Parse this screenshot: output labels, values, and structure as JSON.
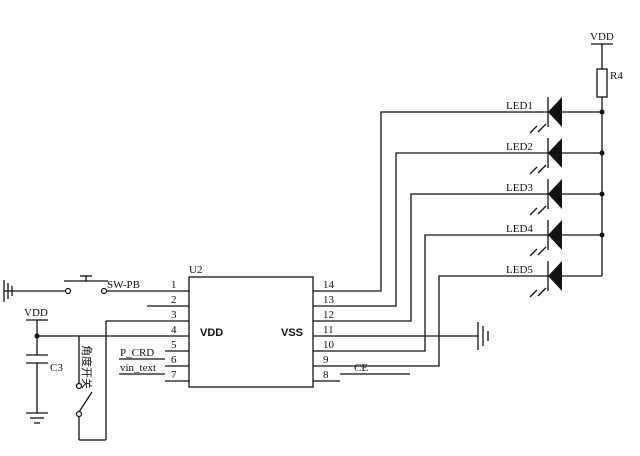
{
  "chip": {
    "ref": "U2",
    "vdd_label": "VDD",
    "vss_label": "VSS",
    "left_pins": [
      "1",
      "2",
      "3",
      "4",
      "5",
      "6",
      "7"
    ],
    "right_pins": [
      "14",
      "13",
      "12",
      "11",
      "10",
      "9",
      "8"
    ]
  },
  "nets": {
    "sw_pb": "SW-PB",
    "p_crd": "P_CRD",
    "vin_text": "vin_text",
    "ce": "CE"
  },
  "power": {
    "vdd_top": "VDD",
    "vdd_left": "VDD"
  },
  "components": {
    "r4": "R4",
    "c3": "C3",
    "angle_switch": "角度开关",
    "leds": [
      "LED1",
      "LED2",
      "LED3",
      "LED4",
      "LED5"
    ]
  }
}
